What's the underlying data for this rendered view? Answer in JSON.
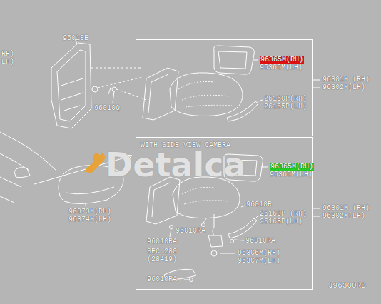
{
  "diagram": {
    "nodes": [
      {
        "text": [
          "WITH SIDE VIEW CAMERA"
        ]
      }
    ],
    "labels": [
      "96018E",
      "RH)",
      "LH)",
      "96365M(RH)",
      "96366M(LH)",
      "96301M (RH)",
      "96302M(LH)",
      "26160P(RH)",
      "26165P(LH)",
      "96010Q",
      "96365M(RH)",
      "96366M(LH)",
      "Detalca",
      "96010R",
      "96301M (RH)",
      "96302M(LH)",
      "26160P (RH)",
      "26165P(LH)",
      "96010RA",
      "96010RA",
      "96010RA",
      "SEC.280",
      "(28419)",
      "963C6M(RH)",
      "963C7M(LH)",
      "96010RA",
      "96373M(RH)",
      "96374M(LH)",
      "J96300RD"
    ]
  }
}
